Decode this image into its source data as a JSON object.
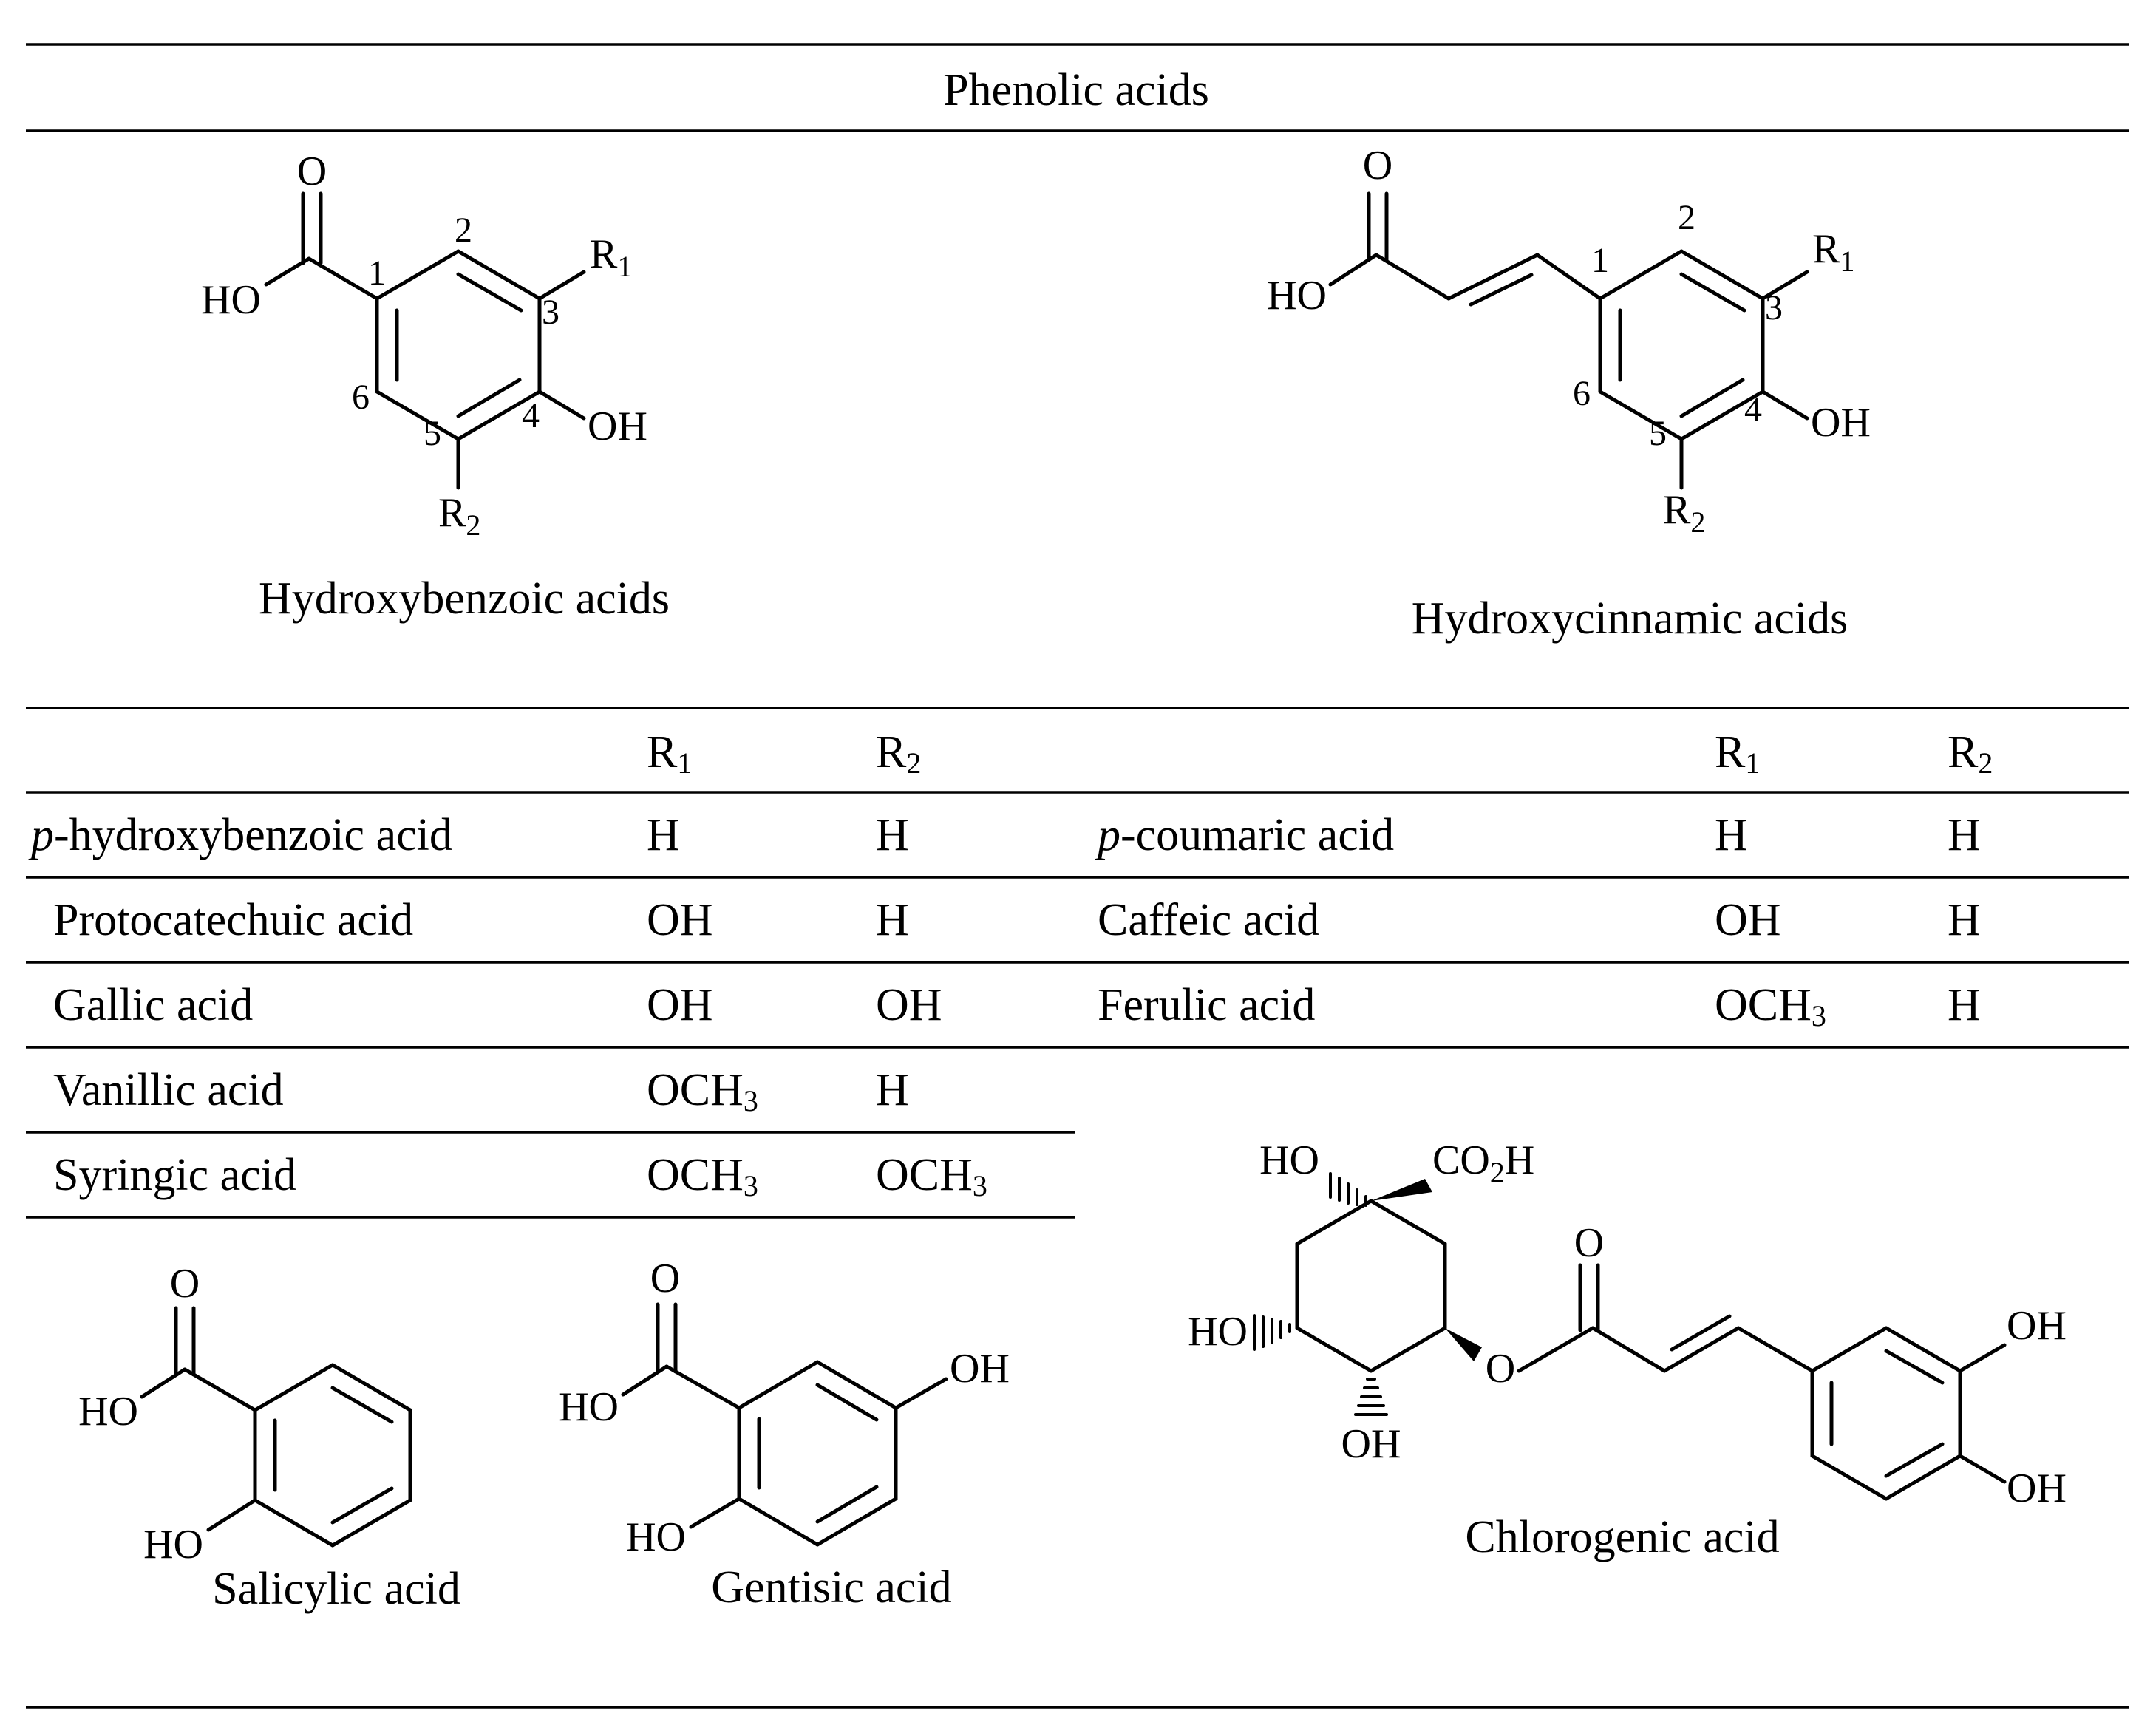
{
  "table": {
    "title": "Phenolic acids",
    "col_headers": {
      "r1": "R",
      "r1_sub": "1",
      "r2": "R",
      "r2_sub": "2"
    }
  },
  "structures": {
    "hydroxybenzoic": {
      "caption": "Hydroxybenzoic acids",
      "o": "O",
      "ho": "HO",
      "oh": "OH",
      "r1": "R",
      "r1_sub": "1",
      "r2": "R",
      "r2_sub": "2",
      "positions": [
        "1",
        "2",
        "3",
        "4",
        "5",
        "6"
      ]
    },
    "hydroxycinnamic": {
      "caption": "Hydroxycinnamic acids",
      "o": "O",
      "ho": "HO",
      "oh": "OH",
      "r1": "R",
      "r1_sub": "1",
      "r2": "R",
      "r2_sub": "2",
      "positions": [
        "1",
        "2",
        "3",
        "4",
        "5",
        "6"
      ]
    },
    "salicylic": {
      "caption": "Salicylic acid",
      "o": "O",
      "ho_acid": "HO",
      "ho_ring": "HO"
    },
    "gentisic": {
      "caption": "Gentisic acid",
      "o": "O",
      "ho_acid": "HO",
      "ho_ring": "HO",
      "oh": "OH"
    },
    "chlorogenic": {
      "caption": "Chlorogenic acid",
      "ho_top": "HO",
      "co2h_a": "CO",
      "co2h_sub": "2",
      "co2h_b": "H",
      "ho_left": "HO",
      "oh_bottom": "OH",
      "o_ester": "O",
      "o_carbonyl": "O",
      "oh_ring_top": "OH",
      "oh_ring_bottom": "OH"
    }
  },
  "benzoic_rows": [
    {
      "italic_prefix": "p",
      "name": "-hydroxybenzoic acid",
      "r1": "H",
      "r2": "H"
    },
    {
      "italic_prefix": "",
      "name": "Protocatechuic acid",
      "r1": "OH",
      "r2": "H"
    },
    {
      "italic_prefix": "",
      "name": "Gallic acid",
      "r1": "OH",
      "r2": "OH"
    },
    {
      "italic_prefix": "",
      "name": "Vanillic acid",
      "r1": "OCH",
      "r1_sub": "3",
      "r2": "H"
    },
    {
      "italic_prefix": "",
      "name": "Syringic acid",
      "r1": "OCH",
      "r1_sub": "3",
      "r2": "OCH",
      "r2_sub": "3"
    }
  ],
  "cinnamic_rows": [
    {
      "italic_prefix": "p",
      "name": "-coumaric acid",
      "r1": "H",
      "r2": "H"
    },
    {
      "italic_prefix": "",
      "name": "Caffeic acid",
      "r1": "OH",
      "r2": "H"
    },
    {
      "italic_prefix": "",
      "name": "Ferulic acid",
      "r1": "OCH",
      "r1_sub": "3",
      "r2": "H"
    }
  ]
}
